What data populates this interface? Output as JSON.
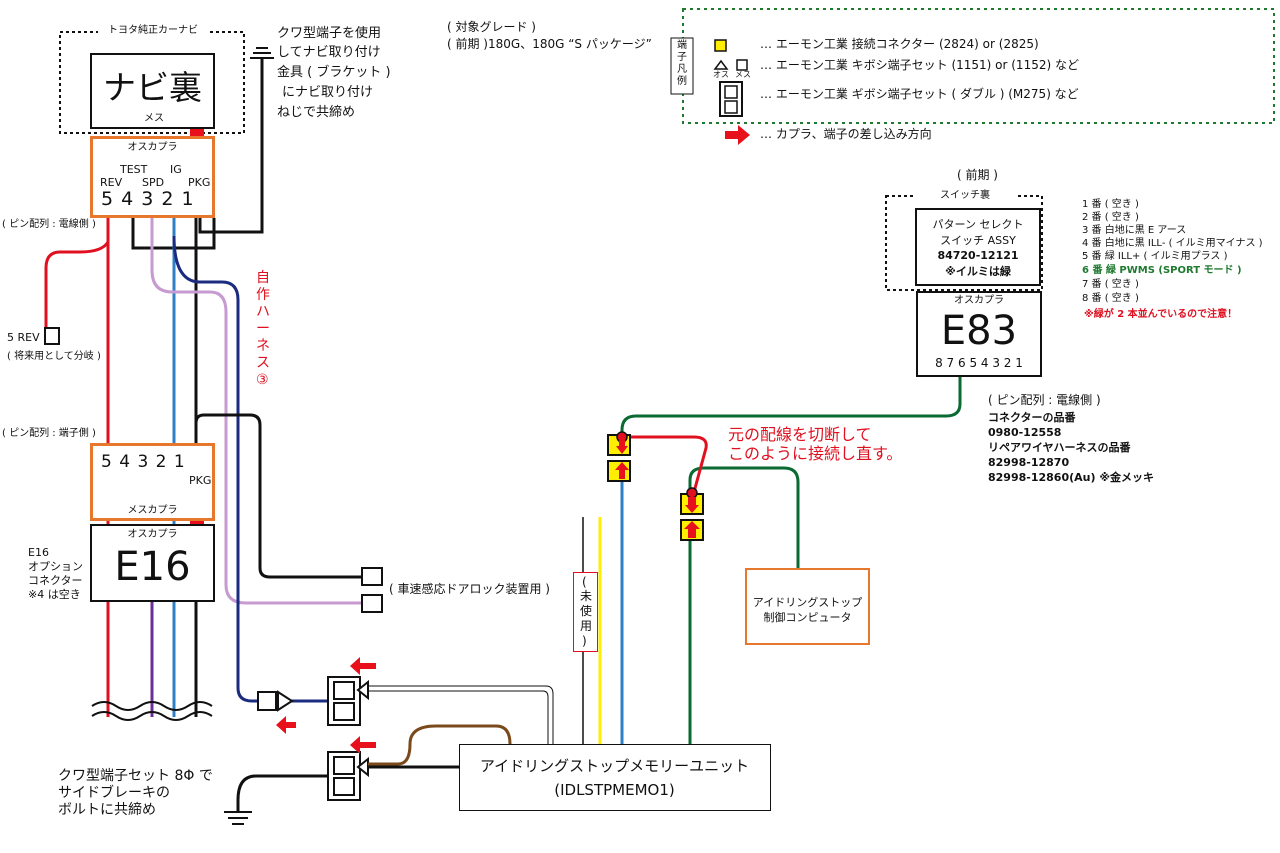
{
  "navi": {
    "group_label": "トヨタ純正カーナビ",
    "title": "ナビ裏",
    "female_label": "メス",
    "connector_label": "オスカプラ",
    "pin_names_top": [
      "TEST",
      "IG"
    ],
    "pin_names_bottom": [
      "REV",
      "SPD",
      "PKG"
    ],
    "pin_numbers": "5 4 3 2 1"
  },
  "bracket_note": [
    "クワ型端子を使用",
    "してナビ取り付け",
    "金具 ( ブラケット )",
    "にナビ取り付け",
    "ねじで共締め"
  ],
  "pin_layout_wire_side": "( ピン配列 : 電線側 )",
  "rev_branch": {
    "label": "5 REV",
    "note": "( 将来用として分岐 )"
  },
  "harness_label": [
    "自",
    "作",
    "ハ",
    "ー",
    "ネ",
    "ス",
    "③"
  ],
  "pin_layout_terminal_side": "( ピン配列 : 端子側 )",
  "e16": {
    "pin_numbers": "5 4 3 2 1",
    "pkg_label": "PKG",
    "female_label": "メスカプラ",
    "male_label": "オスカプラ",
    "title": "E16",
    "side_note": [
      "E16",
      "オプション",
      "コネクター",
      "※4 は空き"
    ]
  },
  "door_lock_note": "( 車速感応ドアロック装置用 )",
  "unused_label": [
    "(",
    "未",
    "使",
    "用",
    ")"
  ],
  "ground_note": [
    "クワ型端子セット 8Φ で",
    "サイドブレーキの",
    "ボルトに共締め"
  ],
  "memory_unit": {
    "name": "アイドリングストップメモリーユニット",
    "code": "(IDLSTPMEMO1)"
  },
  "idle_stop_computer": [
    "アイドリングストップ",
    "制御コンピュータ"
  ],
  "rewire_note": [
    "元の配線を切断して",
    "このように接続し直す。"
  ],
  "grade": {
    "title": "( 対象グレード )",
    "value": "( 前期 )180G、180G “S パッケージ”"
  },
  "legend": {
    "title": [
      "端",
      "子",
      "凡",
      "例"
    ],
    "male": "オス",
    "female": "メス",
    "items": [
      "… エーモン工業 接続コネクター (2824) or (2825)",
      "… エーモン工業 キボシ端子セット (1151) or (1152) など",
      "… エーモン工業 ギボシ端子セット ( ダブル ) (M275) など",
      "… カプラ、端子の差し込み方向"
    ]
  },
  "switch": {
    "period": "( 前期 )",
    "group_label": "スイッチ裏",
    "name": [
      "パターン セレクト",
      "スイッチ ASSY",
      "84720-12121",
      "※イルミは緑"
    ],
    "connector_label": "オスカプラ",
    "title": "E83",
    "pin_numbers": "8 7 6 5 4 3 2 1",
    "pins": [
      "1 番 ( 空き )",
      "2 番 ( 空き )",
      "3 番 白地に黒 E アース",
      "4 番 白地に黒 ILL- ( イルミ用マイナス )",
      "5 番 緑 ILL+ ( イルミ用プラス )",
      "6 番 緑 PWMS (SPORT モード )",
      "7 番 ( 空き )",
      "8 番 ( 空き )"
    ],
    "warning": "※緑が 2 本並んでいるので注意！"
  },
  "connector_info": [
    "( ピン配列 : 電線側 )",
    "コネクターの品番",
    "0980-12558",
    "リペアワイヤハーネスの品番",
    "82998-12870",
    "82998-12860(Au) ※金メッキ"
  ],
  "colors": {
    "red": "#e01020",
    "navy": "#1a2b80",
    "lavender": "#c79ad0",
    "sky": "#2f7fc6",
    "purple": "#6b2f9a",
    "green": "#0a6a32",
    "brown": "#7b4a1c",
    "yellow": "#ffee00",
    "orange": "#e8772e",
    "dark_green": "#1f7a30",
    "arrow_red": "#e8101a"
  }
}
